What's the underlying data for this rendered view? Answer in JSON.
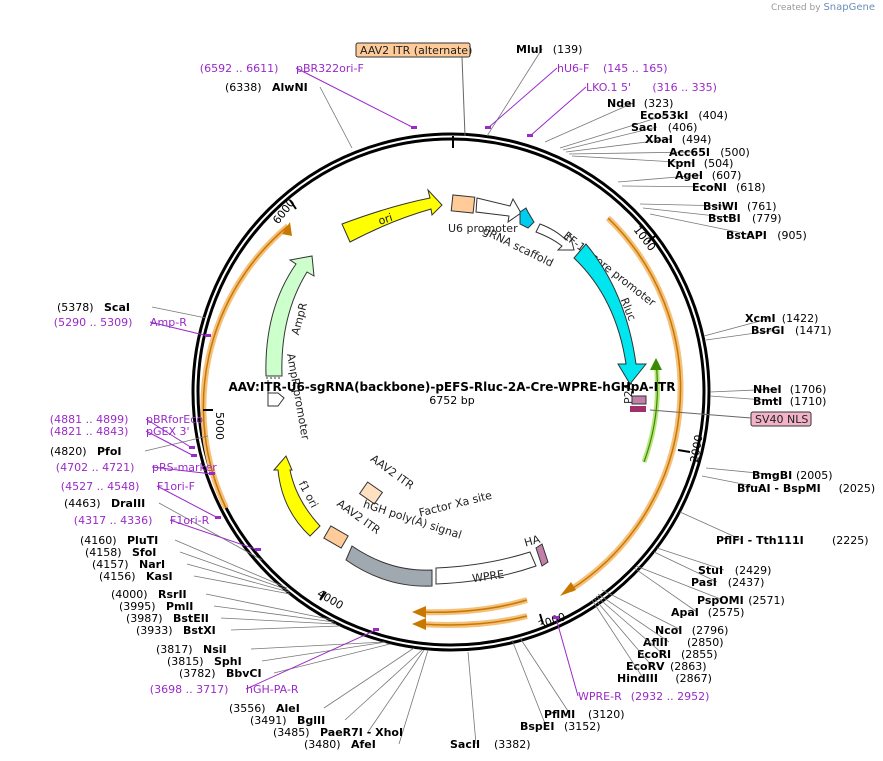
{
  "credit": {
    "prefix": "Created by",
    "brand": "SnapGene"
  },
  "plasmid": {
    "name": "AAV:ITR-U6-sgRNA(backbone)-pEFS-Rluc-2A-Cre-WPRE-hGHpA-ITR",
    "size": "6752 bp"
  },
  "ticks": [
    "1000",
    "2000",
    "3000",
    "4000",
    "5000",
    "6000"
  ],
  "sites": [
    {
      "name": "MluI",
      "pos": "(139)"
    },
    {
      "name": "NdeI",
      "pos": "(323)"
    },
    {
      "name": "Eco53kI",
      "pos": "(404)"
    },
    {
      "name": "SacI",
      "pos": "(406)"
    },
    {
      "name": "XbaI",
      "pos": "(494)"
    },
    {
      "name": "Acc65I",
      "pos": "(500)"
    },
    {
      "name": "KpnI",
      "pos": "(504)"
    },
    {
      "name": "AgeI",
      "pos": "(607)"
    },
    {
      "name": "EcoNI",
      "pos": "(618)"
    },
    {
      "name": "BsiWI",
      "pos": "(761)"
    },
    {
      "name": "BstBI",
      "pos": "(779)"
    },
    {
      "name": "BstAPI",
      "pos": "(905)"
    },
    {
      "name": "XcmI",
      "pos": "(1422)"
    },
    {
      "name": "BsrGI",
      "pos": "(1471)"
    },
    {
      "name": "NheI",
      "pos": "(1706)"
    },
    {
      "name": "BmtI",
      "pos": "(1710)"
    },
    {
      "name": "BmgBI",
      "pos": "(2005)"
    },
    {
      "name": "BfuAI - BspMI",
      "pos": "(2025)"
    },
    {
      "name": "PflFI - Tth111I",
      "pos": "(2225)"
    },
    {
      "name": "StuI",
      "pos": "(2429)"
    },
    {
      "name": "PasI",
      "pos": "(2437)"
    },
    {
      "name": "PspOMI",
      "pos": "(2571)"
    },
    {
      "name": "ApaI",
      "pos": "(2575)"
    },
    {
      "name": "NcoI",
      "pos": "(2796)"
    },
    {
      "name": "AflII",
      "pos": "(2850)"
    },
    {
      "name": "EcoRI",
      "pos": "(2855)"
    },
    {
      "name": "EcoRV",
      "pos": "(2863)"
    },
    {
      "name": "HindIII",
      "pos": "(2867)"
    },
    {
      "name": "PflMI",
      "pos": "(3120)"
    },
    {
      "name": "BspEI",
      "pos": "(3152)"
    },
    {
      "name": "SacII",
      "pos": "(3382)"
    },
    {
      "name": "AfeI",
      "pos": "(3480)"
    },
    {
      "name": "PaeR7I - XhoI",
      "pos": "(3485)"
    },
    {
      "name": "BglII",
      "pos": "(3491)"
    },
    {
      "name": "AleI",
      "pos": "(3556)"
    },
    {
      "name": "BbvCI",
      "pos": "(3782)"
    },
    {
      "name": "SphI",
      "pos": "(3815)"
    },
    {
      "name": "NsiI",
      "pos": "(3817)"
    },
    {
      "name": "BstXI",
      "pos": "(3933)"
    },
    {
      "name": "BstEII",
      "pos": "(3987)"
    },
    {
      "name": "PmlI",
      "pos": "(3995)"
    },
    {
      "name": "RsrII",
      "pos": "(4000)"
    },
    {
      "name": "KasI",
      "pos": "(4156)"
    },
    {
      "name": "NarI",
      "pos": "(4157)"
    },
    {
      "name": "SfoI",
      "pos": "(4158)"
    },
    {
      "name": "PluTI",
      "pos": "(4160)"
    },
    {
      "name": "DraIII",
      "pos": "(4463)"
    },
    {
      "name": "PfoI",
      "pos": "(4820)"
    },
    {
      "name": "ScaI",
      "pos": "(5378)"
    },
    {
      "name": "AlwNI",
      "pos": "(6338)"
    }
  ],
  "primers": [
    {
      "name": "hU6-F",
      "range": "(145 .. 165)"
    },
    {
      "name": "LKO.1 5'",
      "range": "(316 .. 335)"
    },
    {
      "name": "WPRE-R",
      "range": "(2932 .. 2952)"
    },
    {
      "name": "hGH-PA-R",
      "range": "(3698 .. 3717)"
    },
    {
      "name": "F1ori-R",
      "range": "(4317 .. 4336)"
    },
    {
      "name": "F1ori-F",
      "range": "(4527 .. 4548)"
    },
    {
      "name": "pRS-marker",
      "range": "(4702 .. 4721)"
    },
    {
      "name": "pGEX 3'",
      "range": "(4821 .. 4843)"
    },
    {
      "name": "pBRforEco",
      "range": "(4881 .. 4899)"
    },
    {
      "name": "Amp-R",
      "range": "(5290 .. 5309)"
    },
    {
      "name": "pBR322ori-F",
      "range": "(6592 .. 6611)"
    }
  ],
  "features": {
    "aav2_itr_alt": "AAV2 ITR (alternate)",
    "sv40_nls": "SV40 NLS",
    "u6_promoter": "U6 promoter",
    "grna_scaffold": "gRNA scaffold",
    "ef1a": "EF-1α core promoter",
    "rluc": "Rluc",
    "p2a": "P2A",
    "ori": "ori",
    "ampr": "AmpR",
    "ampr_promoter": "AmpR promoter",
    "f1_ori": "f1 ori",
    "aav2_itr_1": "AAV2 ITR",
    "aav2_itr_2": "AAV2 ITR",
    "hgh_polya": "hGH poly(A) signal",
    "factor_xa": "Factor Xa site",
    "wpre": "WPRE",
    "ha": "HA"
  },
  "colors": {
    "ori": "#ffff00",
    "ampr": "#ccffcc",
    "rluc": "#00e5ee",
    "itr": "#ffcc99",
    "cre_highlight": "#f5c07a",
    "cre_arrow": "#c87800",
    "primer": "#9a2ac8",
    "wpre": "#ffffff",
    "hgh": "#a0a8b0",
    "sv40": "#f2b3c8"
  }
}
